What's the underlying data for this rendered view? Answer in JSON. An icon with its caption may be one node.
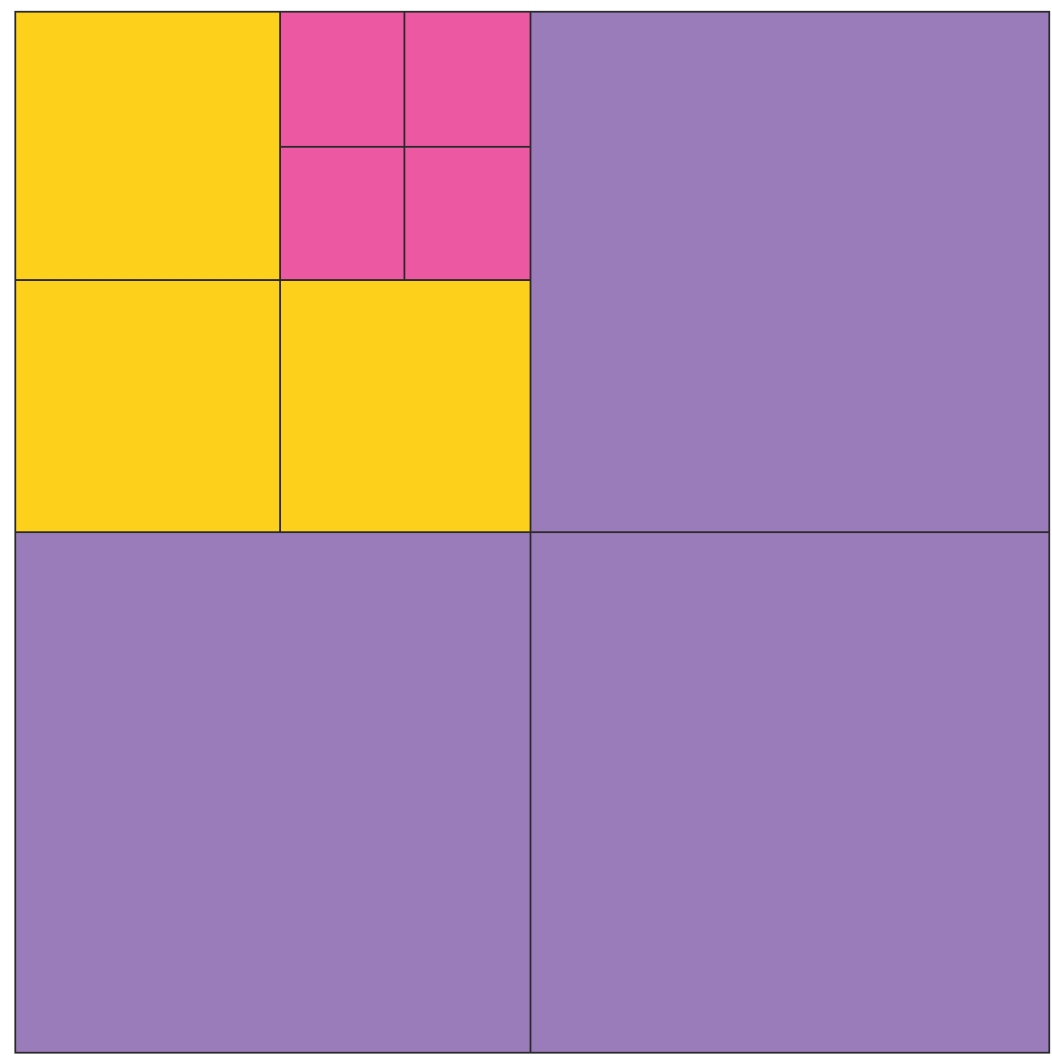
{
  "diagram": {
    "nodes": [
      {
        "text": [],
        "shape": "box"
      },
      {
        "text": [],
        "shape": "box",
        "in": 0
      },
      {
        "text": [],
        "shape": "box",
        "in": 0
      },
      {
        "text": [],
        "shape": "box",
        "in": 2
      },
      {
        "text": [],
        "shape": "box",
        "in": 2
      },
      {
        "text": [],
        "shape": "box",
        "in": 2
      },
      {
        "text": [],
        "shape": "box",
        "in": 2
      },
      {
        "text": [],
        "shape": "box",
        "in": 0
      },
      {
        "text": [],
        "shape": "box",
        "in": 0
      },
      {
        "text": [],
        "shape": "box"
      },
      {
        "text": [],
        "shape": "box"
      },
      {
        "text": [],
        "shape": "box"
      }
    ]
  }
}
